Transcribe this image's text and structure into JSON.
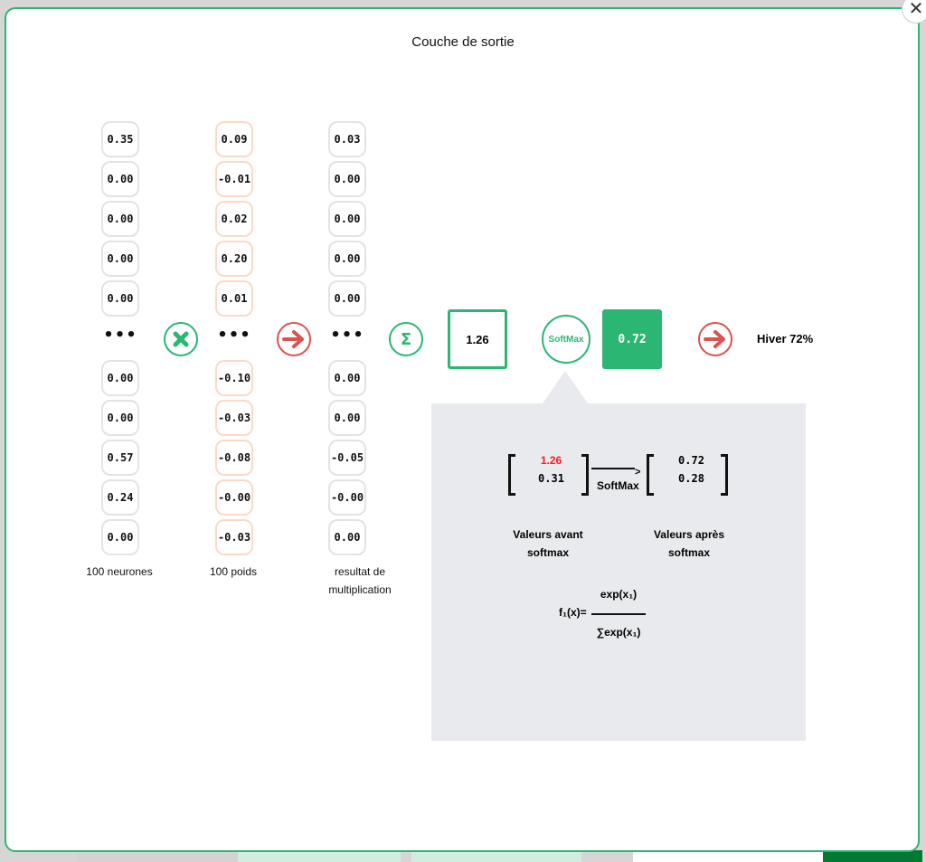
{
  "title": "Couche de sortie",
  "neurons": [
    "0.35",
    "0.00",
    "0.00",
    "0.00",
    "0.00",
    "0.00",
    "0.00",
    "0.57",
    "0.24",
    "0.00"
  ],
  "weights": [
    "0.09",
    "-0.01",
    "0.02",
    "0.20",
    "0.01",
    "-0.10",
    "-0.03",
    "-0.08",
    "-0.00",
    "-0.03"
  ],
  "products": [
    "0.03",
    "0.00",
    "0.00",
    "0.00",
    "0.00",
    "0.00",
    "0.00",
    "-0.05",
    "-0.00",
    "0.00"
  ],
  "ellipsis": "•••",
  "labels": {
    "neurons": "100 neurones",
    "weights": "100 poids",
    "products_1": "resultat de",
    "products_2": "multiplication"
  },
  "sum_value": "1.26",
  "softmax_label": "SoftMax",
  "softmax_value": "0.72",
  "result": "Hiver 72%",
  "popup": {
    "before": [
      "1.26",
      "0.31"
    ],
    "after": [
      "0.72",
      "0.28"
    ],
    "arrow_label": "SoftMax",
    "before_caption_1": "Valeurs avant",
    "before_caption_2": "softmax",
    "after_caption_1": "Valeurs après",
    "after_caption_2": "softmax",
    "formula_lhs": "f₁(x)=",
    "formula_num": "exp(x₁)",
    "formula_den": "∑exp(x₁)"
  },
  "colors": {
    "green": "#2bb673",
    "red": "#d9534f",
    "highlight": "#ff1a1a"
  }
}
